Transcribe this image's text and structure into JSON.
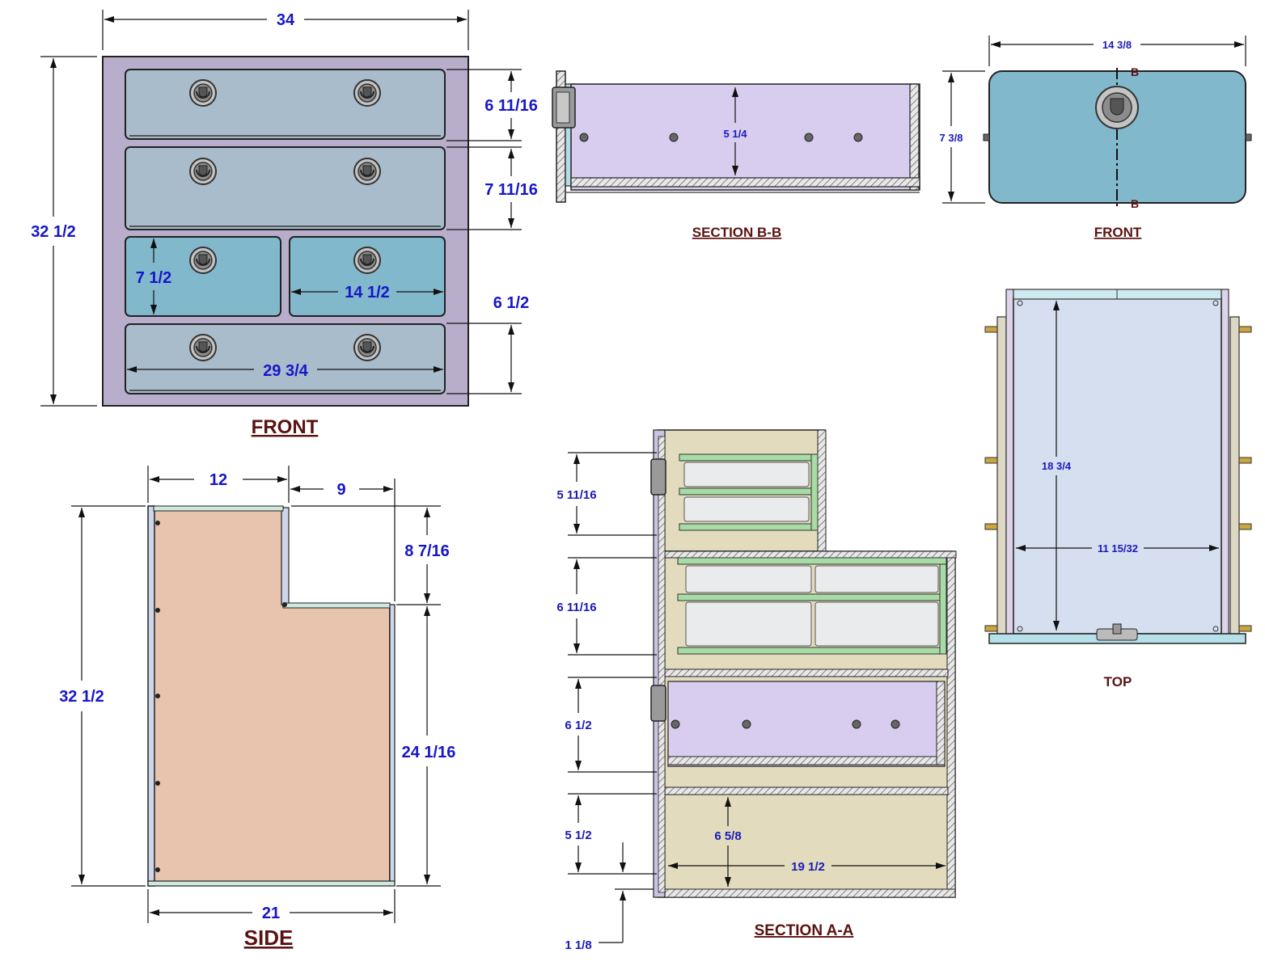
{
  "colors": {
    "dimension_text": "#1616c8",
    "view_title": "#5a1212",
    "cabinet_frame": "#b8aecc",
    "drawer_gray": "#a9bccb",
    "drawer_blue": "#82b8cc",
    "side_panel": "#e8c3ad",
    "section_beige": "#e3dbbd",
    "drawer_purple": "#d8cdee",
    "tray_green": "#a7dca7",
    "top_panel": "#d6dff0"
  },
  "views": {
    "front_main": {
      "title": "FRONT",
      "overall_width": "34",
      "overall_height": "32 1/2",
      "drawer1_height": "6 11/16",
      "drawer2_height": "7 11/16",
      "small_drawer_height": "7 1/2",
      "small_drawer_width": "14 1/2",
      "drawer3_height": "6 1/2",
      "bottom_drawer_width": "29 3/4"
    },
    "section_bb": {
      "title": "SECTION B-B",
      "inner_height": "5 1/4"
    },
    "front_small": {
      "title": "FRONT",
      "width": "14 3/8",
      "height": "7 3/8",
      "section_label_top": "B",
      "section_label_bottom": "B"
    },
    "top": {
      "title": "TOP",
      "depth": "18 3/4",
      "inner_width": "11 15/32"
    },
    "side": {
      "title": "SIDE",
      "upper_depth": "12",
      "step_depth": "9",
      "overall_height": "32 1/2",
      "step_height": "8 7/16",
      "lower_height": "24 1/16",
      "overall_depth": "21"
    },
    "section_aa": {
      "title": "SECTION A-A",
      "d1": "5 11/16",
      "d2": "6 11/16",
      "d3": "6 1/2",
      "d4": "5 1/2",
      "d5": "1 1/8",
      "inner_height": "6 5/8",
      "inner_depth": "19 1/2"
    }
  }
}
